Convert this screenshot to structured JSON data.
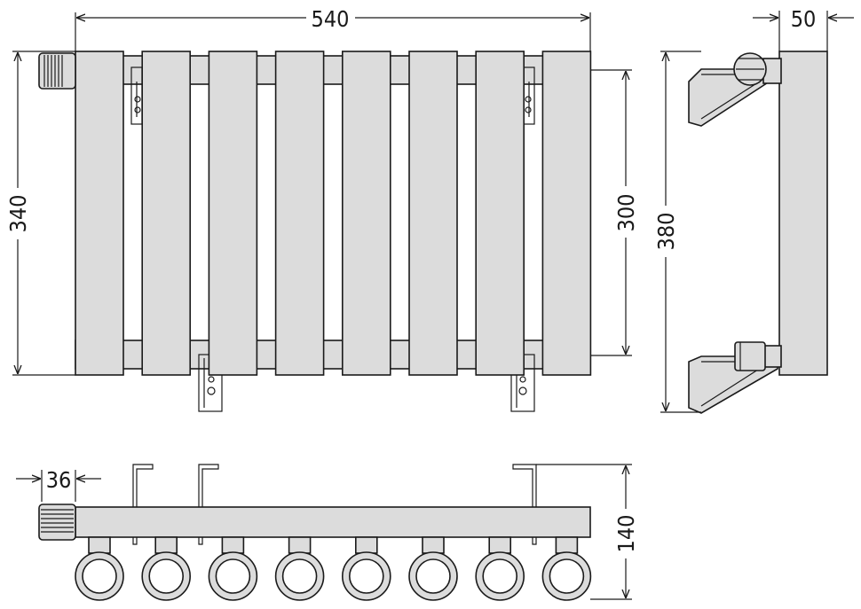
{
  "dimensions": {
    "width": "540",
    "height_total": "340",
    "connection_spacing": "300",
    "side_height": "380",
    "side_depth": "50",
    "valve_offset": "36",
    "plan_depth": "140"
  },
  "radiator": {
    "section_count": 8,
    "colors": {
      "fill": "#dcdcdc",
      "stroke": "#1a1a1a"
    }
  }
}
